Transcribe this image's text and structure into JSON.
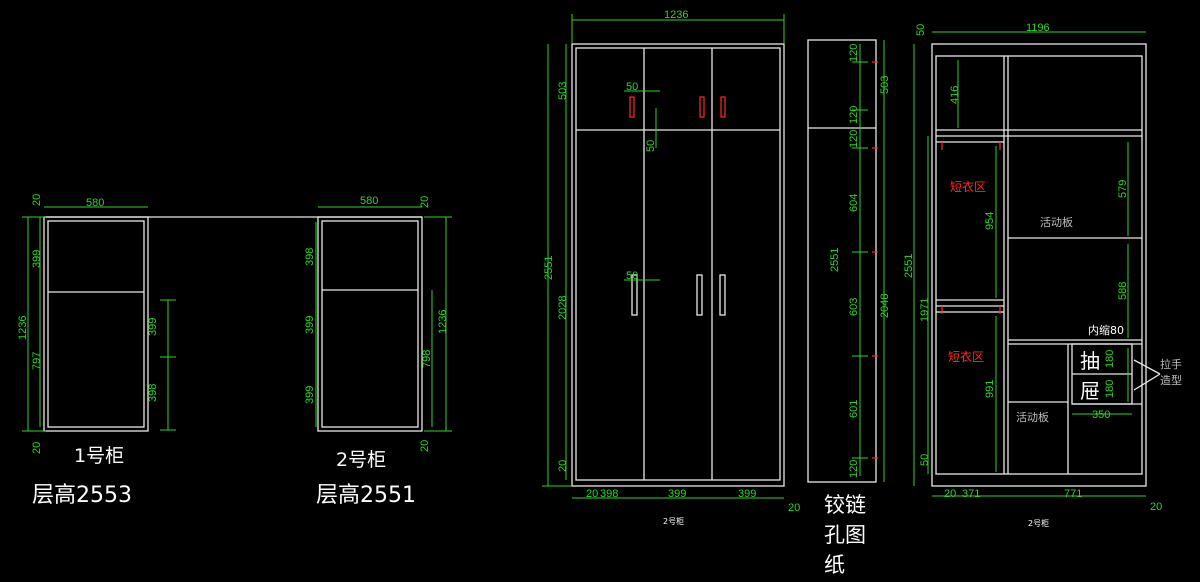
{
  "cabinet1": {
    "label": "1号柜",
    "floor_height": "层高2553",
    "dims": {
      "width": "580",
      "top": "20",
      "upper": "399",
      "lower": "797",
      "total": "1236",
      "bottom": "20"
    }
  },
  "middle_dims": {
    "d1": "399",
    "d2": "398"
  },
  "cabinet2": {
    "label": "2号柜",
    "floor_height": "层高2551",
    "dims": {
      "width": "580",
      "top": "20",
      "left1": "398",
      "left2": "399",
      "left3": "399",
      "right_upper": "1236",
      "right_lower": "798",
      "bottom": "20"
    }
  },
  "front_view": {
    "dims": {
      "width": "1236",
      "top": "503",
      "total": "2551",
      "lower": "2028",
      "bottom": "20",
      "h50a": "50",
      "h50b": "50",
      "h50c": "50"
    },
    "bottom_dims": {
      "d1": "20",
      "d2": "398",
      "d3": "399",
      "d4": "399",
      "d5": "20"
    },
    "caption": "2号柜"
  },
  "hinge_view": {
    "dims": {
      "d120a": "120",
      "d120b": "120",
      "d120c": "120",
      "d504": "604",
      "d603": "603",
      "d601": "601",
      "d120d": "120",
      "total": "2551",
      "top": "503",
      "lower": "2048"
    },
    "caption_lines": [
      "铰链",
      "孔图",
      "纸"
    ]
  },
  "interior_view": {
    "dims": {
      "top": "50",
      "width": "1196",
      "total": "2551",
      "lower": "1971",
      "bottom": "50",
      "d416": "416",
      "d954": "954",
      "d991": "991",
      "d579": "579",
      "d588": "588",
      "d180a": "180",
      "d180b": "180",
      "d350": "350",
      "b20": "20",
      "b371": "371",
      "b771": "771",
      "b20r": "20"
    },
    "labels": {
      "short_zone_1": "短衣区",
      "short_zone_2": "短衣区",
      "movable_board_1": "活动板",
      "movable_board_2": "活动板",
      "inset": "内缩80",
      "drawer_1": "抽",
      "drawer_2": "屉",
      "handle_1": "拉手",
      "handle_2": "造型"
    },
    "caption": "2号柜"
  }
}
